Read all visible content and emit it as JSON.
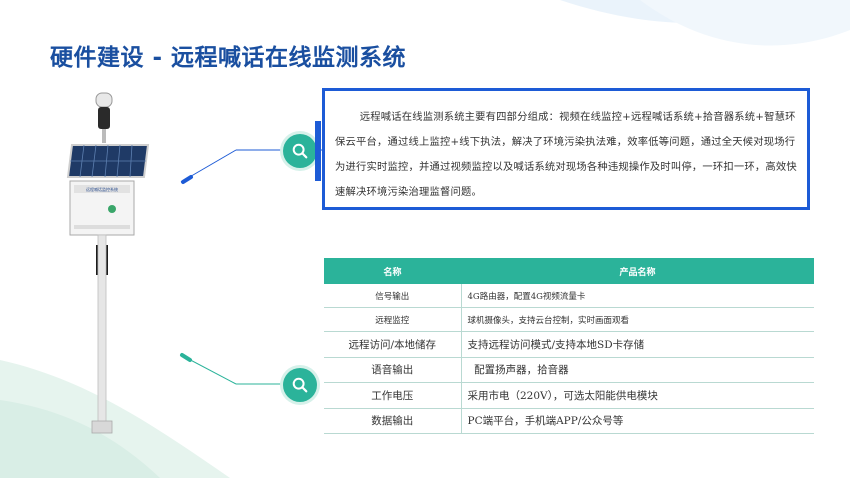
{
  "title": "硬件建设 - 远程喊话在线监测系统",
  "description": "远程喊话在线监测系统主要有四部分组成：视频在线监控+远程喊话系统+拾音器系统+智慧环保云平台，通过线上监控+线下执法，解决了环境污染执法难，效率低等问题，通过全天候对现场行为进行实时监控，并通过视频监控以及喊话系统对现场各种违规操作及时叫停，一环扣一环，高效快速解决环境污染治理监督问题。",
  "device": {
    "panel_label": "远程喊话监控系统"
  },
  "table": {
    "headers": [
      "名称",
      "产品名称"
    ],
    "rows": [
      {
        "name": "信号输出",
        "product": "4G路由器，配置4G视频流量卡",
        "big": false
      },
      {
        "name": "远程监控",
        "product": "球机摄像头，支持云台控制，实时画面观看",
        "big": false
      },
      {
        "name": "远程访问/本地储存",
        "product": "支持远程访问模式/支持本地SD卡存储",
        "big": true
      },
      {
        "name": "语音输出",
        "product": "  配置扬声器，拾音器",
        "big": true
      },
      {
        "name": "工作电压",
        "product": "采用市电（220V），可选太阳能供电模块",
        "big": true
      },
      {
        "name": "数据输出",
        "product": "PC端平台，手机端APP/公众号等",
        "big": true
      }
    ]
  },
  "colors": {
    "title": "#1a4fa0",
    "accent": "#2bb39a",
    "border": "#1d5bd6"
  },
  "icons": [
    "search-icon"
  ]
}
